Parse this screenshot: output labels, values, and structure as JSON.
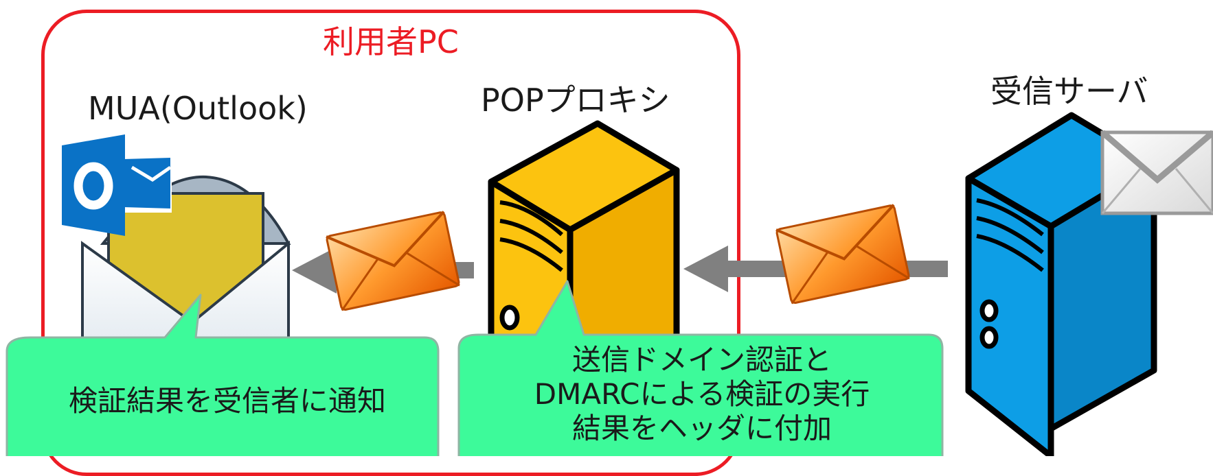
{
  "diagram": {
    "pc_group": {
      "title": "利用者PC"
    },
    "nodes": {
      "mua": {
        "label": "MUA(Outlook)",
        "icon": "outlook-mail-icon"
      },
      "proxy": {
        "label": "POPプロキシ",
        "icon": "server-tower-icon"
      },
      "server": {
        "label": "受信サーバ",
        "icon": "server-tower-icon"
      }
    },
    "callouts": {
      "mua": {
        "lines": [
          "検証結果を受信者に通知"
        ]
      },
      "proxy": {
        "lines": [
          "送信ドメイン認証と",
          "DMARCによる検証の実行",
          "結果をヘッダに付加"
        ]
      }
    },
    "flows": [
      {
        "from": "server",
        "to": "proxy",
        "icon": "email-envelope-icon"
      },
      {
        "from": "proxy",
        "to": "mua",
        "icon": "email-envelope-icon"
      }
    ]
  },
  "colors": {
    "pc_border": "#ec1c24",
    "proxy_server": "#fcc30f",
    "receive_server": "#0d9ee6",
    "callout_fill": "#3dfa9a",
    "arrow": "#808080",
    "outlook_blue": "#0a72c6"
  }
}
